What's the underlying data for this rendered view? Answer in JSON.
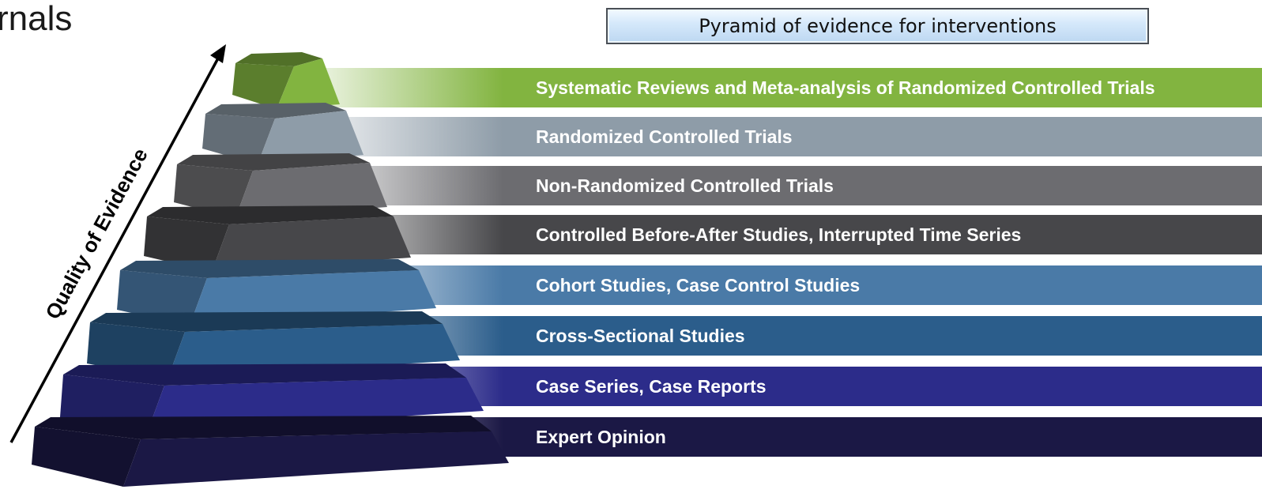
{
  "header": {
    "cut_title": "rnals",
    "title": "Pyramid of evidence for interventions"
  },
  "axis": {
    "label": "Quality of Evidence"
  },
  "levels": [
    {
      "label": "Systematic Reviews and Meta-analysis of Randomized Controlled Trials",
      "color": "#82b440"
    },
    {
      "label": "Randomized Controlled Trials",
      "color": "#8e9ca8"
    },
    {
      "label": "Non-Randomized Controlled Trials",
      "color": "#6c6c70"
    },
    {
      "label": "Controlled Before-After Studies, Interrupted Time Series",
      "color": "#47474a"
    },
    {
      "label": "Cohort Studies, Case Control Studies",
      "color": "#4a7aa7"
    },
    {
      "label": "Cross-Sectional Studies",
      "color": "#2b5d8b"
    },
    {
      "label": "Case Series, Case Reports",
      "color": "#2c2c8a"
    },
    {
      "label": "Expert Opinion",
      "color": "#1b1845"
    }
  ]
}
